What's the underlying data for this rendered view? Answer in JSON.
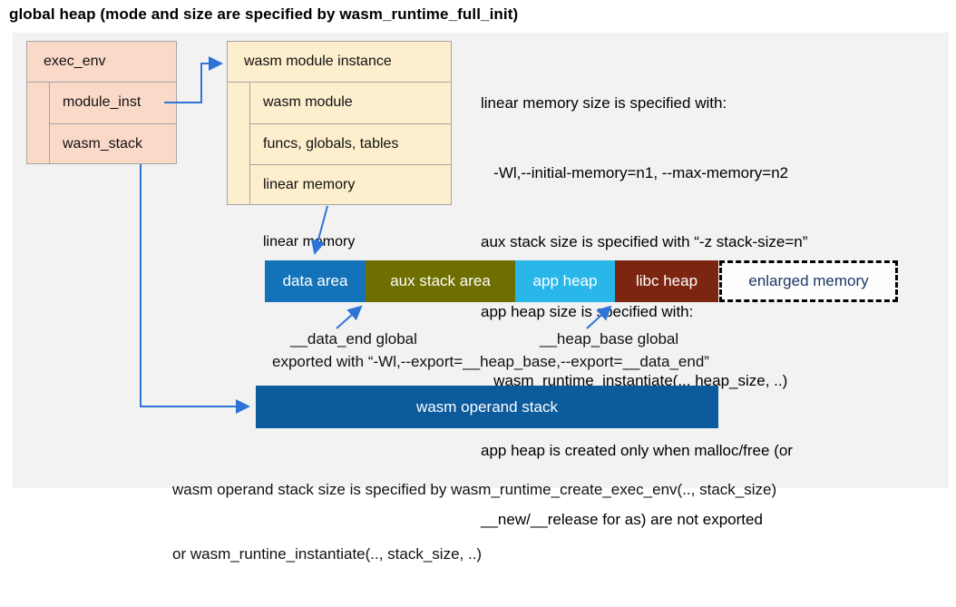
{
  "title": "global heap (mode and size are specified by wasm_runtime_full_init)",
  "exec_env": {
    "header": "exec_env",
    "rows": [
      "module_inst",
      "wasm_stack"
    ]
  },
  "module_instance": {
    "header": "wasm module instance",
    "rows": [
      "wasm module",
      "funcs, globals, tables",
      "linear memory"
    ]
  },
  "notes_right": {
    "lines": [
      "linear memory size is specified with:",
      "   -Wl,--initial-memory=n1, --max-memory=n2",
      "aux stack size is specified with “-z stack-size=n”",
      "app heap size is specified with:",
      "   wasm_runtime_instantiate(.., heap_size, ..)",
      "app heap is created only when malloc/free (or",
      "__new/__release for as) are not exported"
    ]
  },
  "linear_memory": {
    "label": "linear memory",
    "segments": [
      {
        "label": "data area",
        "color": "#1473b8"
      },
      {
        "label": "aux stack area",
        "color": "#6e6f00"
      },
      {
        "label": "app heap",
        "color": "#29b7ea"
      },
      {
        "label": "libc heap",
        "color": "#7c2612"
      }
    ],
    "enlarged": {
      "label": "enlarged memory",
      "text_color": "#1f3864"
    }
  },
  "globals": {
    "data_end": "__data_end global",
    "heap_base": "__heap_base global",
    "exported": "exported with “-Wl,--export=__heap_base,--export=__data_end”"
  },
  "operand_stack": {
    "label": "wasm operand stack",
    "note_line1": "wasm operand stack size is specified by wasm_runtime_create_exec_env(.., stack_size)",
    "note_line2": "or wasm_runtine_instantiate(.., stack_size, ..)"
  },
  "colors": {
    "panel_bg": "#f2f2f2",
    "exec_env_fill": "#fbd9c9",
    "module_instance_fill": "#fdeecd",
    "box_border": "#a6a6a6",
    "operand_stack_fill": "#0b5b9d",
    "arrow": "#2e74d8"
  }
}
